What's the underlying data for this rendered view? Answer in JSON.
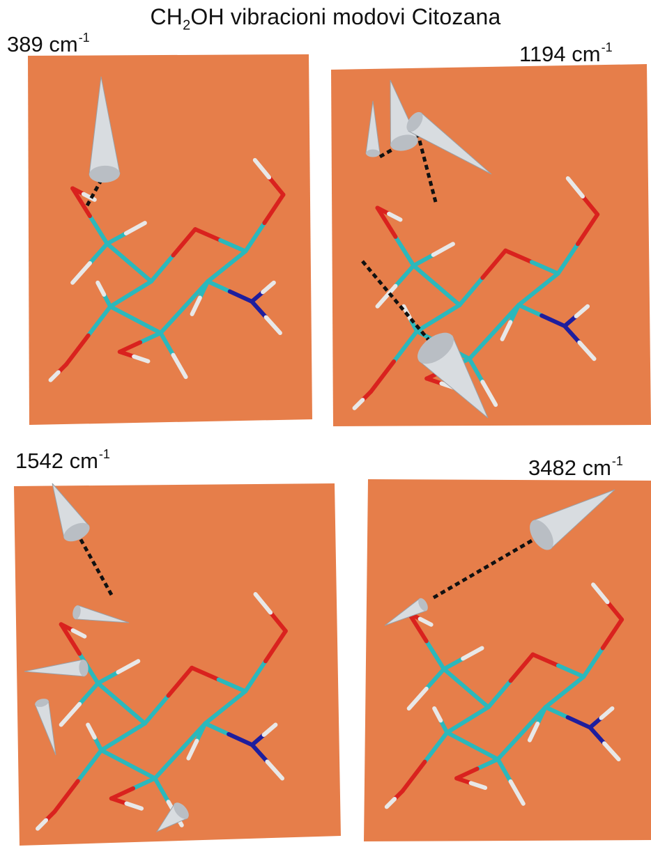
{
  "title": {
    "main": "CH",
    "sub": "2",
    "rest": "OH vibracioni  modovi Citozana"
  },
  "panels": [
    {
      "freq": "389",
      "unit": "cm",
      "exp": "-1"
    },
    {
      "freq": "1194",
      "unit": "cm",
      "exp": "-1"
    },
    {
      "freq": "1542",
      "unit": "cm",
      "exp": "-1"
    },
    {
      "freq": "3482",
      "unit": "cm",
      "exp": "-1"
    }
  ],
  "colors": {
    "background": "#E67E4A",
    "carbon": "#2BB8BC",
    "oxygen": "#D9221E",
    "nitrogen": "#1E1E9E",
    "hydrogen": "#E8E8E8",
    "arrow": "#D8DCE0",
    "displacement": "#111111"
  },
  "icons": [
    "displacement-arrow-cone",
    "dashed-displacement-line"
  ]
}
